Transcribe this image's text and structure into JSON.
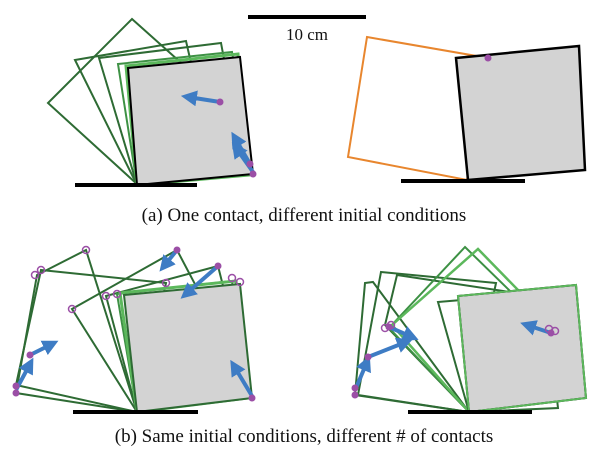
{
  "scale_bar": {
    "label": "10 cm"
  },
  "captions": {
    "top": "(a) One contact, different initial conditions",
    "bottom": "(b) Same initial conditions, different # of contacts"
  },
  "colors": {
    "dark_green": "#2e6b34",
    "light_green": "#5cb85c",
    "mid_green": "#3d9144",
    "orange": "#e8862e",
    "block_fill": "#d3d3d3",
    "black": "#000000",
    "arrow_blue": "#3e7cc4",
    "contact_purple": "#9b4fa6"
  },
  "icons": {
    "contact_point": "filled-purple-dot",
    "open_contact_point": "open-purple-circle",
    "velocity_arrow": "blue-arrow"
  }
}
